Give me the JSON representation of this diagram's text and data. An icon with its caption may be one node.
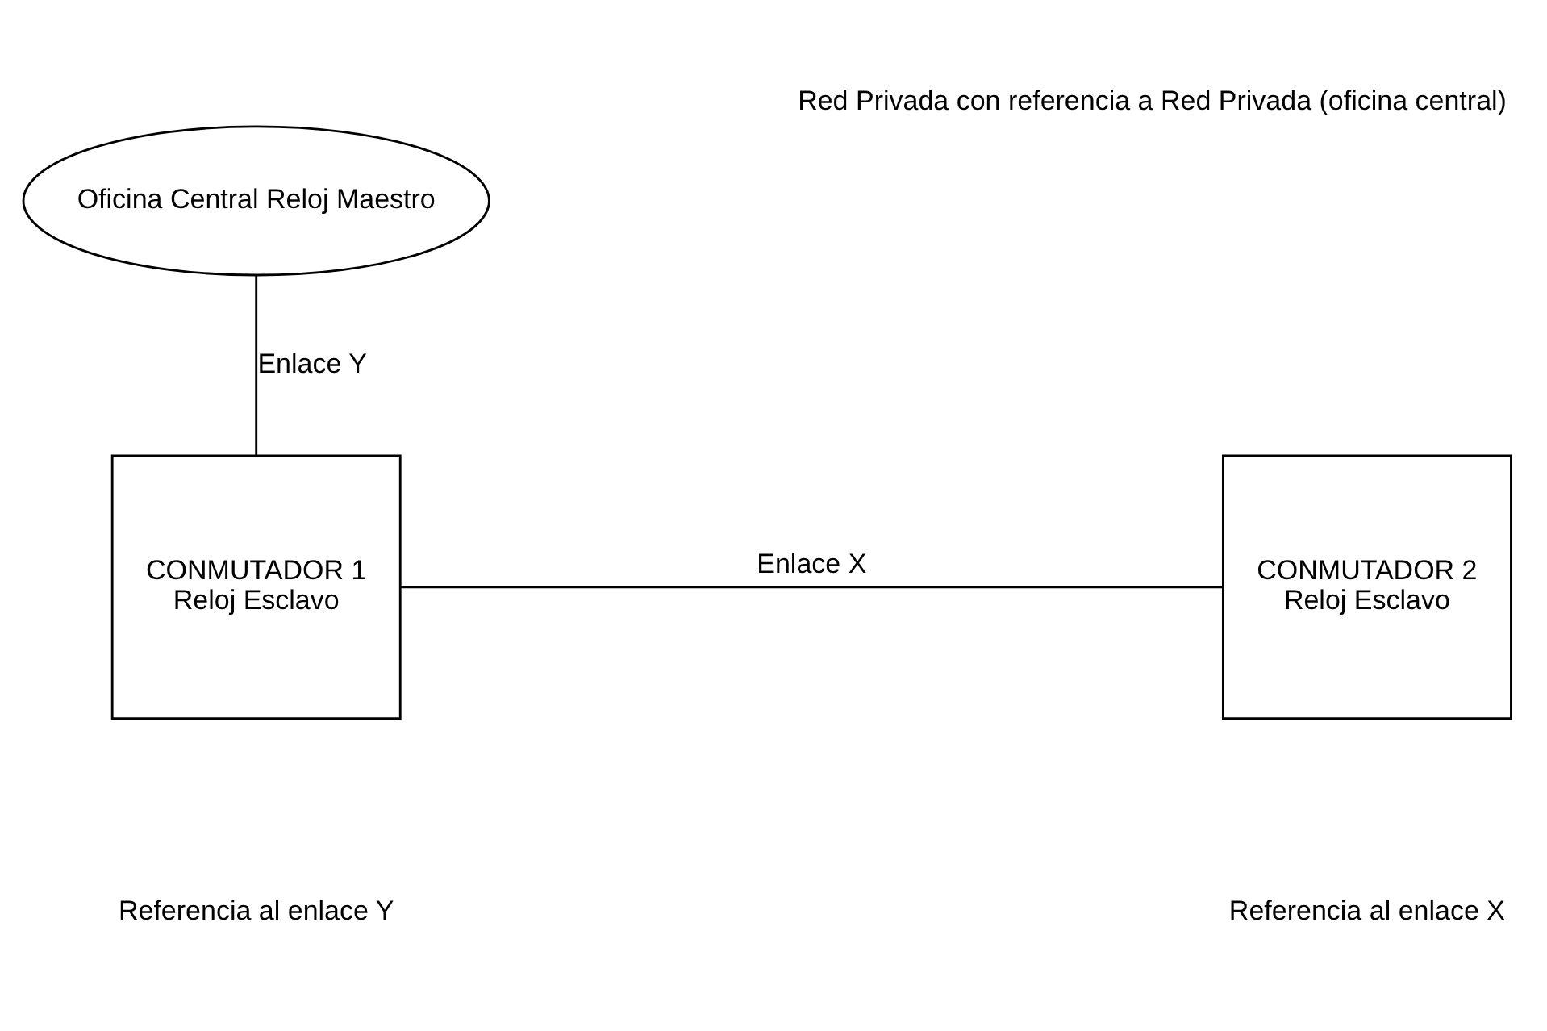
{
  "diagram": {
    "title": "Red Privada con referencia a Red Privada (oficina central)",
    "nodes": [
      {
        "text": [
          "Oficina Central Reloj Maestro"
        ]
      },
      {
        "text": [
          "CONMUTADOR 1",
          "Reloj Esclavo"
        ]
      },
      {
        "text": [
          "CONMUTADOR 2",
          "Reloj Esclavo"
        ]
      }
    ],
    "labels": [
      "Referencia al enlace Y",
      "Referencia al enlace X"
    ],
    "edges": [
      {
        "from": 0,
        "to": 1,
        "arrow": "none",
        "label": "Enlace Y"
      },
      {
        "from": 1,
        "to": 2,
        "arrow": "none",
        "label": "Enlace X"
      }
    ]
  }
}
